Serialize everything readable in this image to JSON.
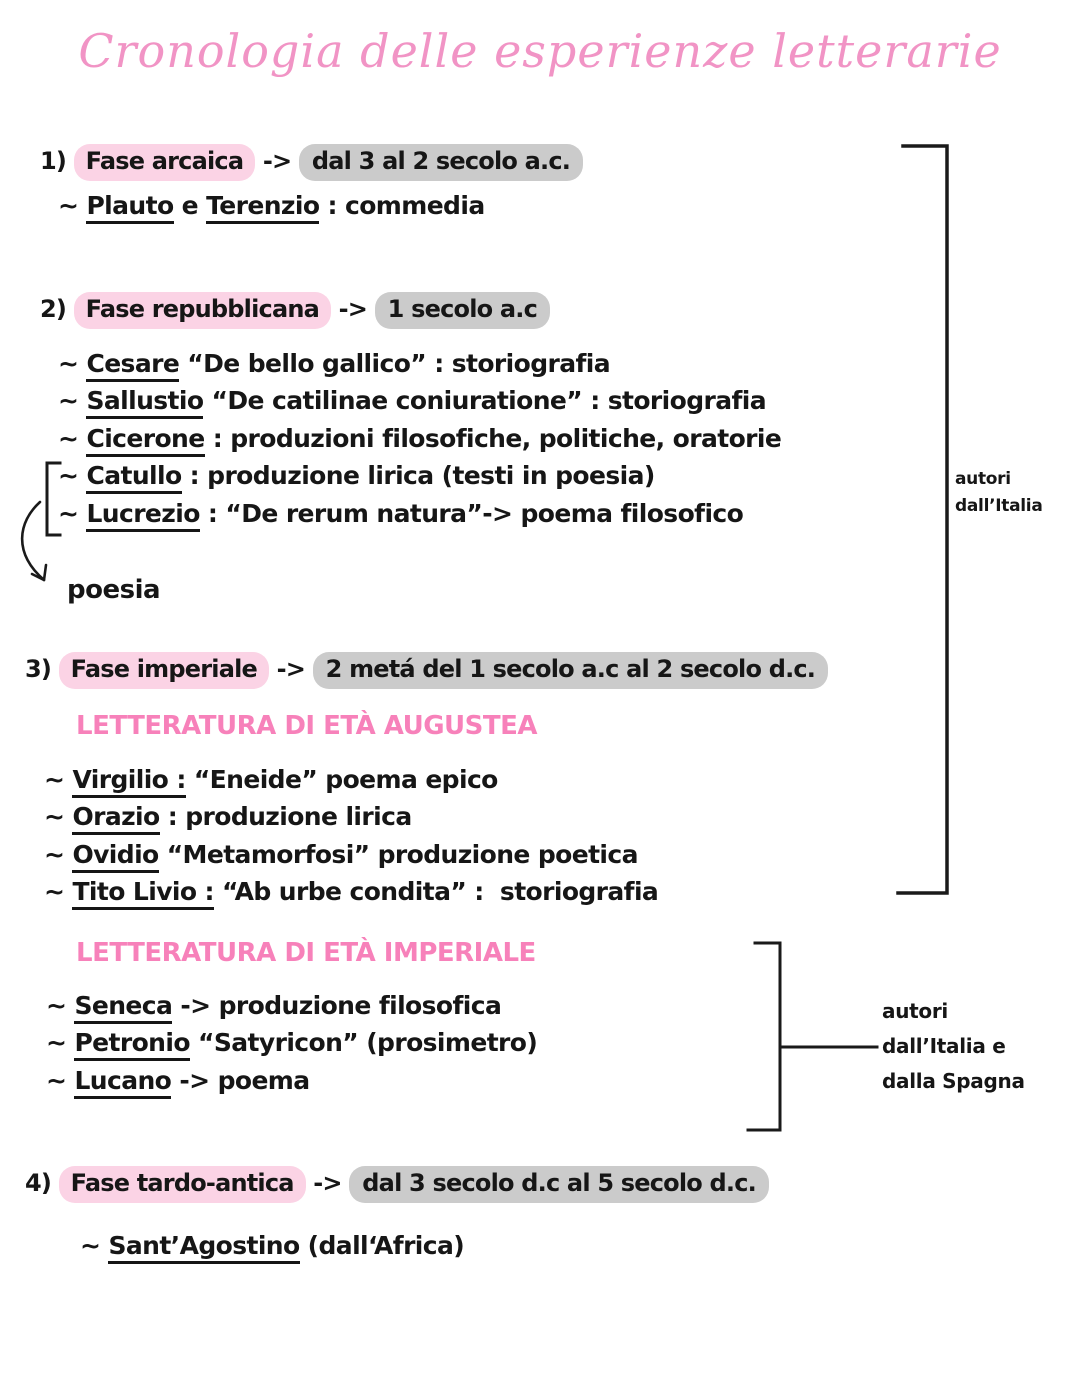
{
  "title": "Cronologia delle esperienze letterarie",
  "colors": {
    "title_pink": "#f194c5",
    "subheading_pink": "#f781ba",
    "highlight_pink": "#fbd3e5",
    "highlight_gray": "#cbcbcb",
    "ink": "#161616"
  },
  "sections": [
    {
      "number": "1)",
      "phase": "Fase arcaica",
      "arrow": "->",
      "period": "dal 3 al 2 secolo a.c.",
      "items": [
        {
          "bullet": "~",
          "segments": [
            {
              "text": "Plauto",
              "underline": true
            },
            {
              "text": " e ",
              "underline": false
            },
            {
              "text": "Terenzio",
              "underline": true
            },
            {
              "text": " : commedia",
              "underline": false
            }
          ]
        }
      ]
    },
    {
      "number": "2)",
      "phase": "Fase repubblicana",
      "arrow": "->",
      "period": "1 secolo a.c",
      "items": [
        {
          "bullet": "~",
          "segments": [
            {
              "text": "Cesare",
              "underline": true
            },
            {
              "text": " “De bello gallico” : storiografia",
              "underline": false
            }
          ]
        },
        {
          "bullet": "~",
          "segments": [
            {
              "text": "Sallustio",
              "underline": true
            },
            {
              "text": " “De catilinae coniuratione” : storiografia",
              "underline": false
            }
          ]
        },
        {
          "bullet": "~",
          "segments": [
            {
              "text": "Cicerone",
              "underline": true
            },
            {
              "text": " : produzioni filosofiche, politiche, oratorie",
              "underline": false
            }
          ]
        },
        {
          "bullet": "~",
          "segments": [
            {
              "text": "Catullo",
              "underline": true
            },
            {
              "text": " : produzione lirica (testi in poesia)",
              "underline": false
            }
          ]
        },
        {
          "bullet": "~",
          "segments": [
            {
              "text": "Lucrezio",
              "underline": true
            },
            {
              "text": " : “De rerum natura”-> poema filosofico",
              "underline": false
            }
          ]
        }
      ]
    },
    {
      "number": "3)",
      "phase": "Fase imperiale",
      "arrow": "->",
      "period": "2 metá del 1 secolo a.c al 2 secolo d.c.",
      "subsections": [
        {
          "heading": "LETTERATURA DI ETÀ AUGUSTEA",
          "items": [
            {
              "bullet": "~",
              "segments": [
                {
                  "text": "Virgilio :",
                  "underline": true
                },
                {
                  "text": " “Eneide” poema epico",
                  "underline": false
                }
              ]
            },
            {
              "bullet": "~",
              "segments": [
                {
                  "text": "Orazio",
                  "underline": true
                },
                {
                  "text": " : produzione lirica",
                  "underline": false
                }
              ]
            },
            {
              "bullet": "~",
              "segments": [
                {
                  "text": "Ovidio",
                  "underline": true
                },
                {
                  "text": " “Metamorfosi” produzione poetica",
                  "underline": false
                }
              ]
            },
            {
              "bullet": "~",
              "segments": [
                {
                  "text": "Tito Livio :",
                  "underline": true
                },
                {
                  "text": " “Ab urbe condita” :  storiografia",
                  "underline": false
                }
              ]
            }
          ]
        },
        {
          "heading": "LETTERATURA DI ETÀ IMPERIALE",
          "items": [
            {
              "bullet": "~",
              "segments": [
                {
                  "text": "Seneca",
                  "underline": true
                },
                {
                  "text": " -> produzione filosofica",
                  "underline": false
                }
              ]
            },
            {
              "bullet": "~",
              "segments": [
                {
                  "text": "Petronio",
                  "underline": true
                },
                {
                  "text": " “Satyricon” (prosimetro)",
                  "underline": false
                }
              ]
            },
            {
              "bullet": "~",
              "segments": [
                {
                  "text": "Lucano",
                  "underline": true
                },
                {
                  "text": " -> poema",
                  "underline": false
                }
              ]
            }
          ]
        }
      ]
    },
    {
      "number": "4)",
      "phase": "Fase tardo-antica",
      "arrow": "->",
      "period": "dal 3 secolo d.c al 5 secolo d.c.",
      "items": [
        {
          "bullet": "~",
          "segments": [
            {
              "text": "Sant’Agostino",
              "underline": true
            },
            {
              "text": " (dall‘Africa)",
              "underline": false
            }
          ]
        }
      ]
    }
  ],
  "annotations": {
    "poesia_label": "poesia",
    "right_bracket_label": {
      "line1": "autori",
      "line2": "dall’Italia"
    },
    "spain_bracket_label": {
      "line1": "autori",
      "line2": "dall’Italia e",
      "line3": "dalla Spagna"
    }
  }
}
